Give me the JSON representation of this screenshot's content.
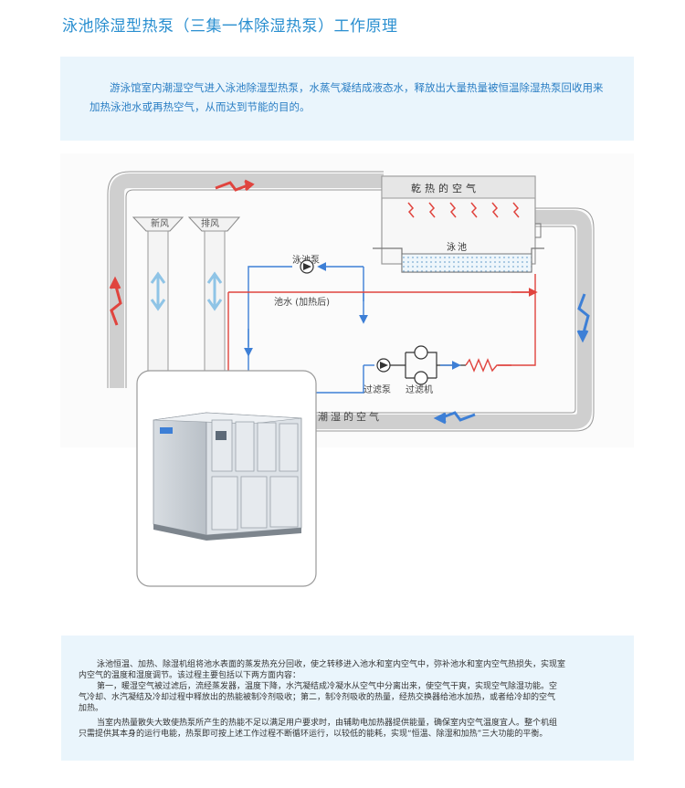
{
  "title": "泳池除湿型热泵（三集一体除湿热泵）工作原理",
  "intro": "游泳馆室内潮湿空气进入泳池除湿型热泵，水蒸气凝结成液态水，释放出大量热量被恒温除湿热泵回收用来加热泳池水或再热空气，从而达到节能的目的。",
  "diagram": {
    "dry_hot_air": "乾热的空气",
    "pool": "泳池",
    "pool_pump": "泳池泵",
    "pool_water_heated": "池水 (加热后)",
    "filter_pump": "过滤泵",
    "filter": "过滤机",
    "fresh_air": "新风",
    "exhaust_air": "排风",
    "humid_air": "潮湿的空气"
  },
  "bottom_text": [
    "泳池恒温、加热、除湿机组将池水表面的蒸发热充分回收，使之转移进入池水和室内空气中，弥补池水和室内空气热损失，实现室",
    "内空气的温度和湿度调节。该过程主要包括以下两方面内容：",
    "第一，暖湿空气被过滤后，流经蒸发器，温度下降，水汽凝结成冷凝水从空气中分离出来，使空气干爽，实现空气除湿功能。空",
    "气冷却、水汽凝结及冷却过程中释放出的热能被制冷剂吸收；第二，制冷剂吸收的热量，经热交换器给池水加热，或者给冷却的空气",
    "加热。",
    "当室内热量散失大致使热泵所产生的热能不足以满足用户要求时，由辅助电加热器提供能量，确保室内空气温度宜人。整个机组",
    "只需提供其本身的运行电能，热泵即可按上述工作过程不断循环运行，以较低的能耗，实现“恒温、除湿和加热”三大功能的平衡。"
  ],
  "colors": {
    "title": "#2a8fd0",
    "panel": "#eaf5fc",
    "hot": "#e0443e",
    "cold": "#3d7fd6",
    "duct": "#d2d2d2"
  },
  "icons": [
    "pump-icon",
    "filter-icon",
    "heater-coil-icon",
    "heat-wave-icon",
    "dehumidifier-unit-image"
  ]
}
